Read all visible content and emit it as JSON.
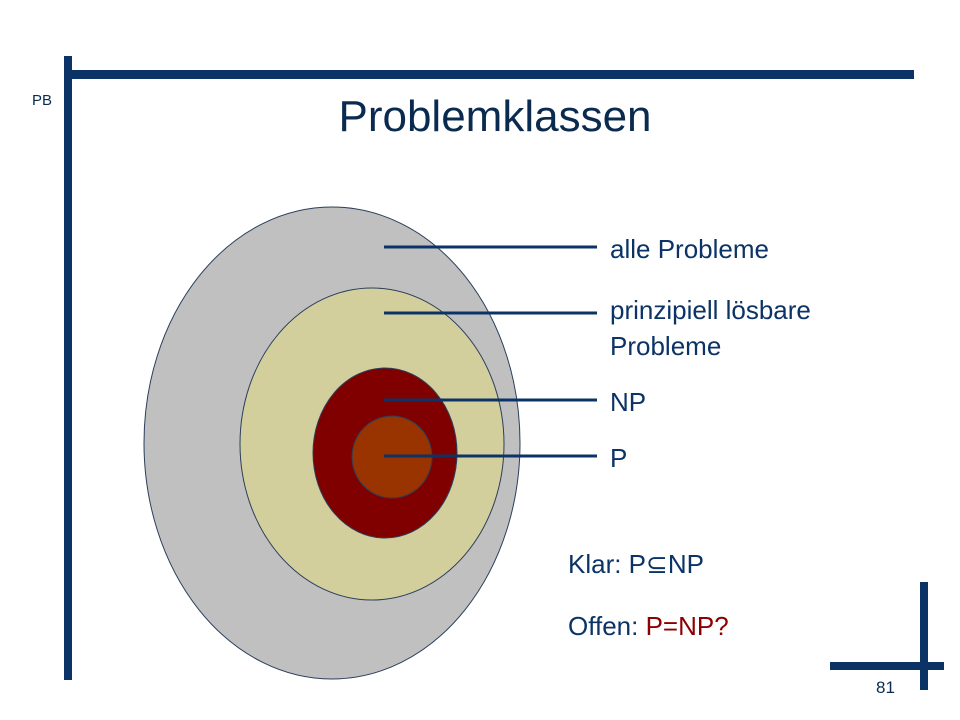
{
  "header": {
    "initials": "PB",
    "title": "Problemklassen"
  },
  "footer": {
    "page_number": "81"
  },
  "diagram": {
    "labels": [
      "alle Probleme",
      "prinzipiell lösbare",
      "Probleme",
      "NP",
      "P"
    ],
    "colors": {
      "alle_probleme": "#c0c0c0",
      "loesbare": "#d3cf9d",
      "np": "#800000",
      "p": "#993300",
      "frame": "#0b3366"
    }
  },
  "notes": {
    "clear_prefix": "Klar: P",
    "clear_symbol": "⊆",
    "clear_suffix": "NP",
    "open_prefix": "Offen: ",
    "open_question": "P=NP?"
  }
}
